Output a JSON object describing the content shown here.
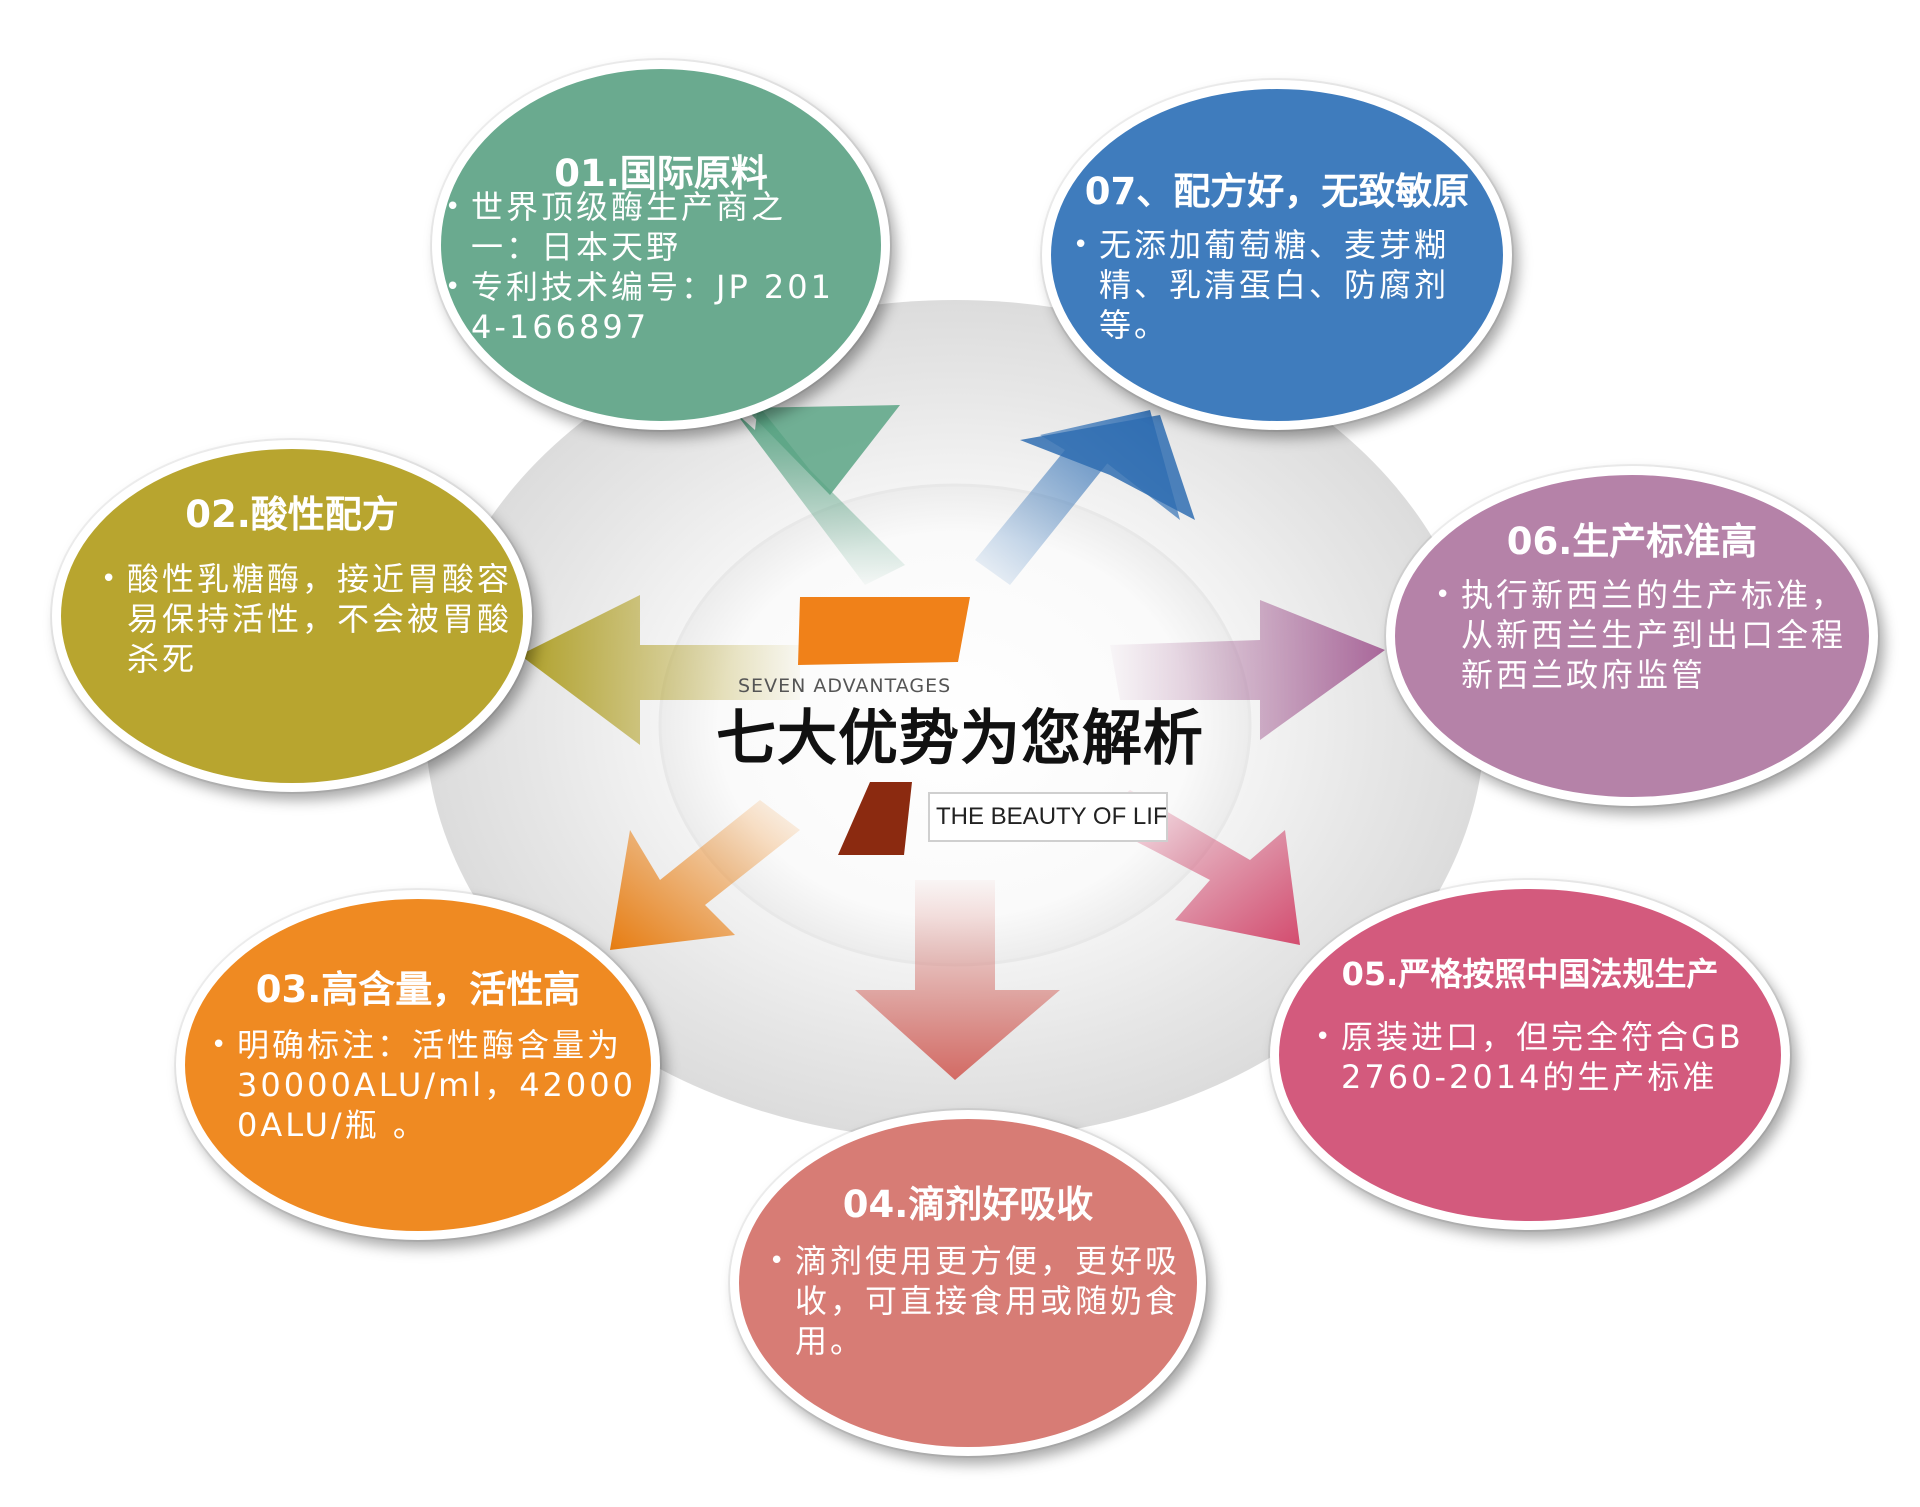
{
  "center": {
    "logo_glyph_top": "7",
    "eyebrow": "SEVEN ADVANTAGES",
    "title": "七大优势为您解析",
    "tagline": "THE BEAUTY OF LIFE"
  },
  "colors": {
    "advantage_01": "#6aaa8f",
    "advantage_02": "#b8a52f",
    "advantage_03": "#ef8a22",
    "advantage_04": "#d77c75",
    "advantage_05": "#d35a7d",
    "advantage_06": "#b582a8",
    "advantage_07": "#3f7cbd",
    "logo_orange": "#f08119",
    "logo_brown": "#8b2a10"
  },
  "advantages": [
    {
      "title": "01.国际原料",
      "bullets": [
        "世界顶级酶生产商之一：日本天野",
        "专利技术编号：JP 2014-166897"
      ]
    },
    {
      "title": "02.酸性配方",
      "bullets": [
        "酸性乳糖酶，接近胃酸容易保持活性，不会被胃酸杀死"
      ]
    },
    {
      "title": "03.高含量，活性高",
      "bullets": [
        "明确标注：活性酶含量为30000ALU/ml，420000ALU/瓶 。"
      ]
    },
    {
      "title": "04.滴剂好吸收",
      "bullets": [
        "滴剂使用更方便，更好吸收，可直接食用或随奶食用。"
      ]
    },
    {
      "title": "05.严格按照中国法规生产",
      "bullets": [
        "原装进口，但完全符合GB2760-2014的生产标准"
      ]
    },
    {
      "title": "06.生产标准高",
      "bullets": [
        "执行新西兰的生产标准，从新西兰生产到出口全程新西兰政府监管"
      ]
    },
    {
      "title": "07、配方好，无致敏原",
      "bullets": [
        "无添加葡萄糖、麦芽糊精、乳清蛋白、防腐剂等。"
      ]
    }
  ]
}
